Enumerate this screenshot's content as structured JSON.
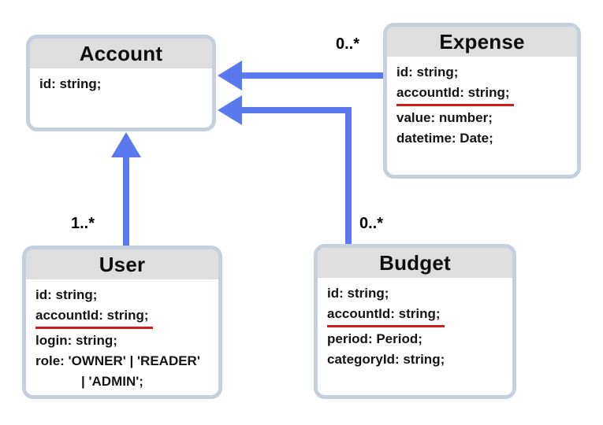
{
  "colors": {
    "arrow_blue": "#5b79ef",
    "card_border": "#c6cfdc",
    "card_header_bg": "#dedede",
    "underline_red": "#d21c1c",
    "text": "#141414",
    "background": "#ffffff"
  },
  "entities": {
    "account": {
      "name": "Account",
      "fields": [
        "id: string;"
      ]
    },
    "expense": {
      "name": "Expense",
      "fields": [
        "id: string;",
        "accountId: string;",
        "value: number;",
        "datetime: Date;"
      ]
    },
    "user": {
      "name": "User",
      "fields": [
        "id: string;",
        "accountId: string;",
        "login: string;",
        "role: 'OWNER' | 'READER'",
        "| 'ADMIN';"
      ]
    },
    "budget": {
      "name": "Budget",
      "fields": [
        "id: string;",
        "accountId: string;",
        "period: Period;",
        "categoryId: string;"
      ]
    }
  },
  "relations": {
    "expense_to_account": {
      "source": "Expense",
      "target": "Account",
      "multiplicity": "0..*"
    },
    "user_to_account": {
      "source": "User",
      "target": "Account",
      "multiplicity": "1..*"
    },
    "budget_to_account": {
      "source": "Budget",
      "target": "Account",
      "multiplicity": "0..*"
    }
  }
}
